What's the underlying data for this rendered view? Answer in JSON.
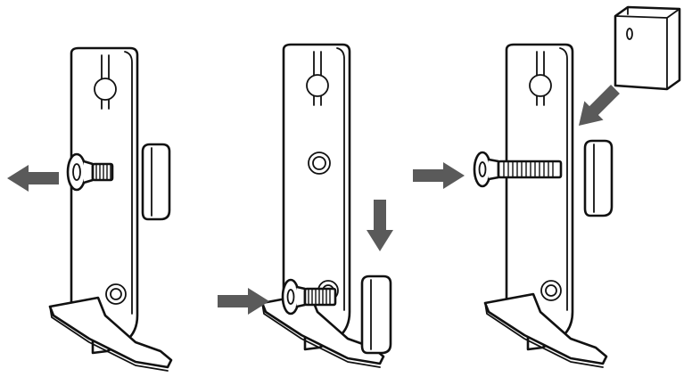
{
  "colors": {
    "line": "#111111",
    "arrow": "#5a5a5a",
    "background": "#ffffff"
  },
  "steps": [
    {
      "id": 1,
      "action": "remove-screw",
      "arrow": "left"
    },
    {
      "id": 2,
      "action": "slide-bracket-down-and-insert-screw",
      "arrows": [
        "down",
        "right"
      ]
    },
    {
      "id": 3,
      "action": "attach-block-and-insert-screw",
      "arrows": [
        "down-left",
        "right"
      ]
    }
  ],
  "icons": [
    "bracket",
    "screw",
    "arrow",
    "clip-block"
  ]
}
